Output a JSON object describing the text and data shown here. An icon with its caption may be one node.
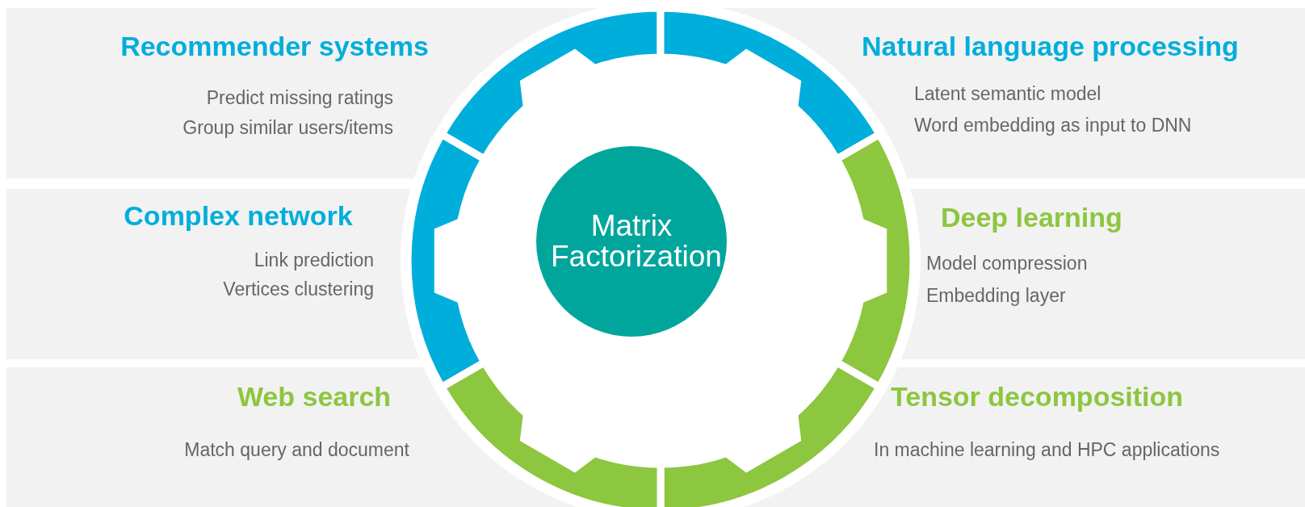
{
  "diagram": {
    "nodes": [
      {
        "text": [
          "Recommender systems",
          "Predict missing ratings",
          "Group similar users/items"
        ]
      },
      {
        "text": [
          "Natural language processing",
          "Latent semantic model",
          "Word embedding as input to DNN"
        ]
      },
      {
        "text": [
          "Complex network",
          "Link prediction",
          "Vertices clustering"
        ]
      },
      {
        "text": [
          "Deep learning",
          "Model compression",
          "Embedding layer"
        ]
      },
      {
        "text": [
          "Web search",
          "Match query and document"
        ]
      },
      {
        "text": [
          "Tensor decomposition",
          "In machine learning and HPC applications"
        ]
      },
      {
        "text": [
          "Matrix Factorization"
        ]
      }
    ],
    "edges": []
  }
}
